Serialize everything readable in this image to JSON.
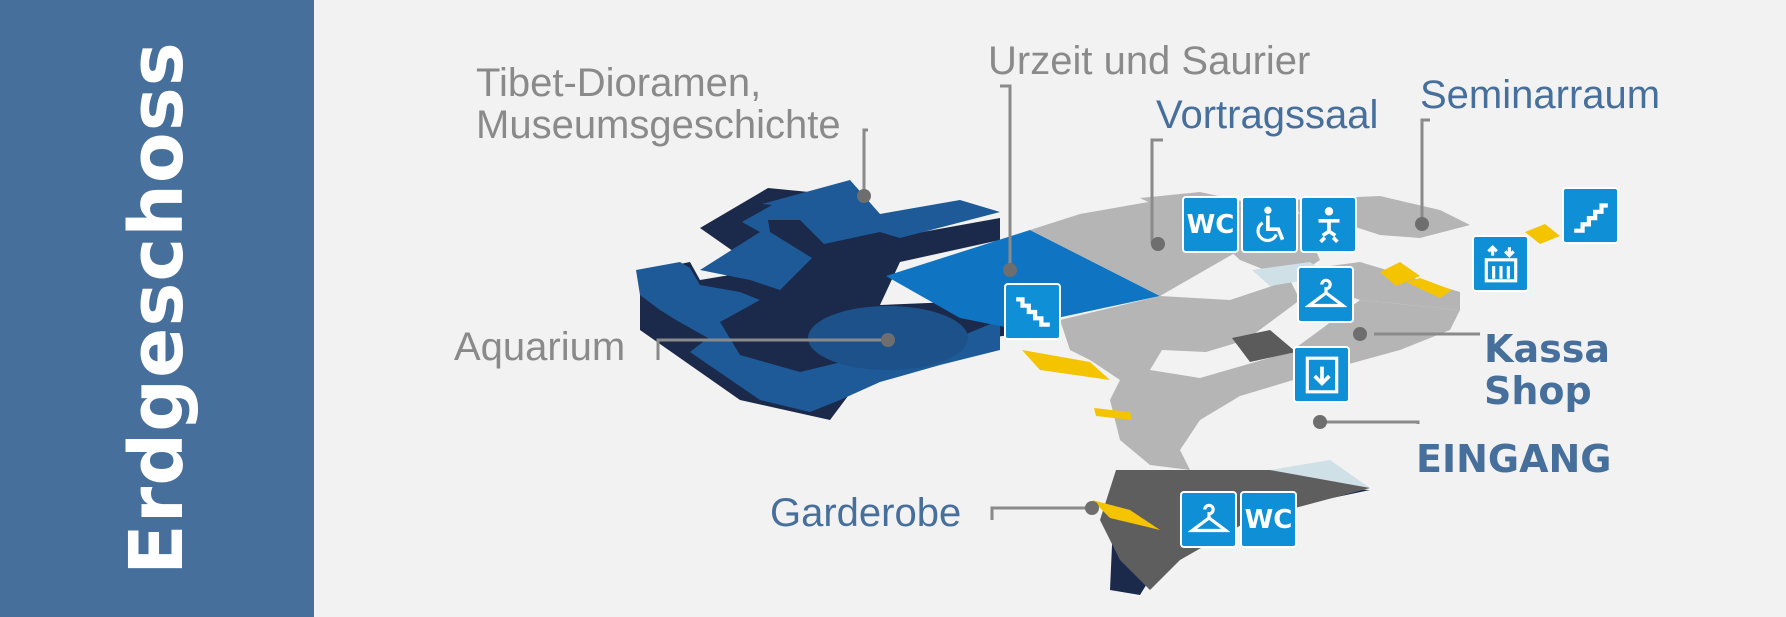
{
  "floor_title": "Erdgeschoss",
  "labels": {
    "tibet_line1": "Tibet-Dioramen,",
    "tibet_line2": "Museumsgeschichte",
    "urzeit": "Urzeit und Saurier",
    "vortragssaal": "Vortragssaal",
    "seminarraum": "Seminarraum",
    "aquarium": "Aquarium",
    "kassa": "Kassa",
    "shop": "Shop",
    "eingang": "EINGANG",
    "garderobe": "Garderobe"
  },
  "icons": {
    "wc_text": "WC",
    "wc2_text": "WC"
  },
  "colors": {
    "sidebar": "#466f9c",
    "background": "#f2f2f2",
    "exhibit_dark": "#1e5a98",
    "exhibit_bright": "#0f75c2",
    "hall_gray": "#b5b5b5",
    "stairs_yellow": "#f5c400",
    "icon_blue": "#0f8fd6",
    "label_gray": "#8a8a8a",
    "label_blue": "#466f9c"
  }
}
